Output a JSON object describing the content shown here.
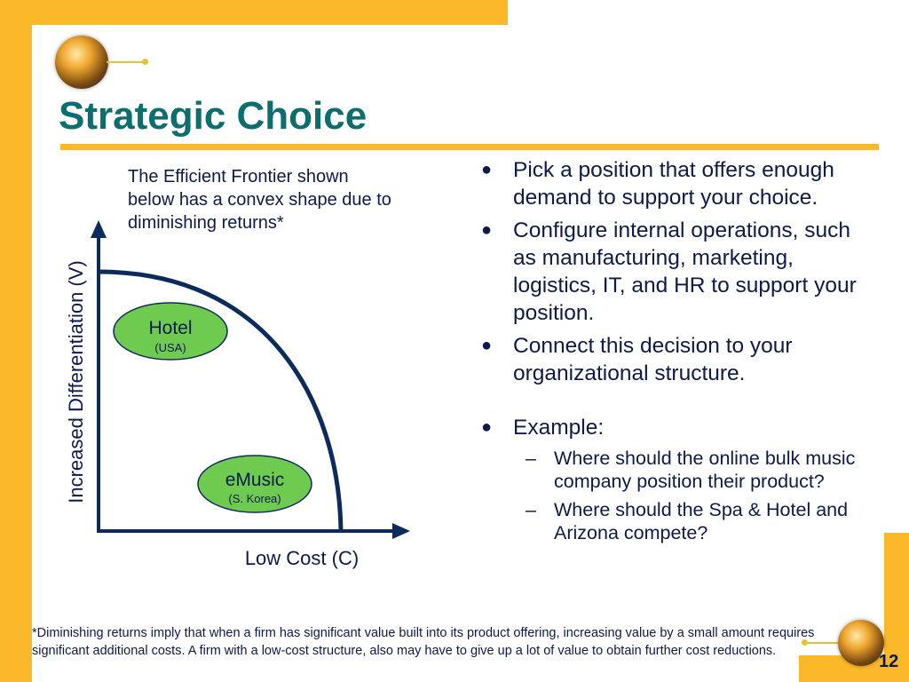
{
  "slide": {
    "title": "Strategic Choice",
    "caption": "The Efficient Frontier shown below has a convex shape due to diminishing returns*",
    "bullets": [
      "Pick a position that offers enough demand to support your choice.",
      "Configure internal operations, such as manufacturing, marketing, logistics, IT, and HR to support your position.",
      "Connect this decision to your organizational structure.",
      "Example:"
    ],
    "sub_bullets": [
      "Where should the online bulk music company position their product?",
      "Where should the Spa & Hotel and Arizona compete?"
    ],
    "footnote": "*Diminishing returns imply that when a firm has significant value built into its product offering, increasing value by a small amount requires significant additional costs.  A firm with a low-cost structure, also may have to give up a lot of value to obtain further cost reductions.",
    "slide_number": "12"
  },
  "chart": {
    "y_axis_label": "Increased Differentiation (V)",
    "x_axis_label": "Low Cost (C)",
    "points": [
      {
        "label": "Hotel",
        "sublabel": "(USA)"
      },
      {
        "label": "eMusic",
        "sublabel": "(S. Korea)"
      }
    ]
  },
  "colors": {
    "accent": "#fbb829",
    "title": "#0d6e6e",
    "text": "#0d1a4a",
    "curve": "#0d2a5c",
    "ellipse_fill": "#6fcb50"
  },
  "icons": [
    "globe-logo-icon",
    "bullet-dot-icon",
    "dash-icon"
  ]
}
